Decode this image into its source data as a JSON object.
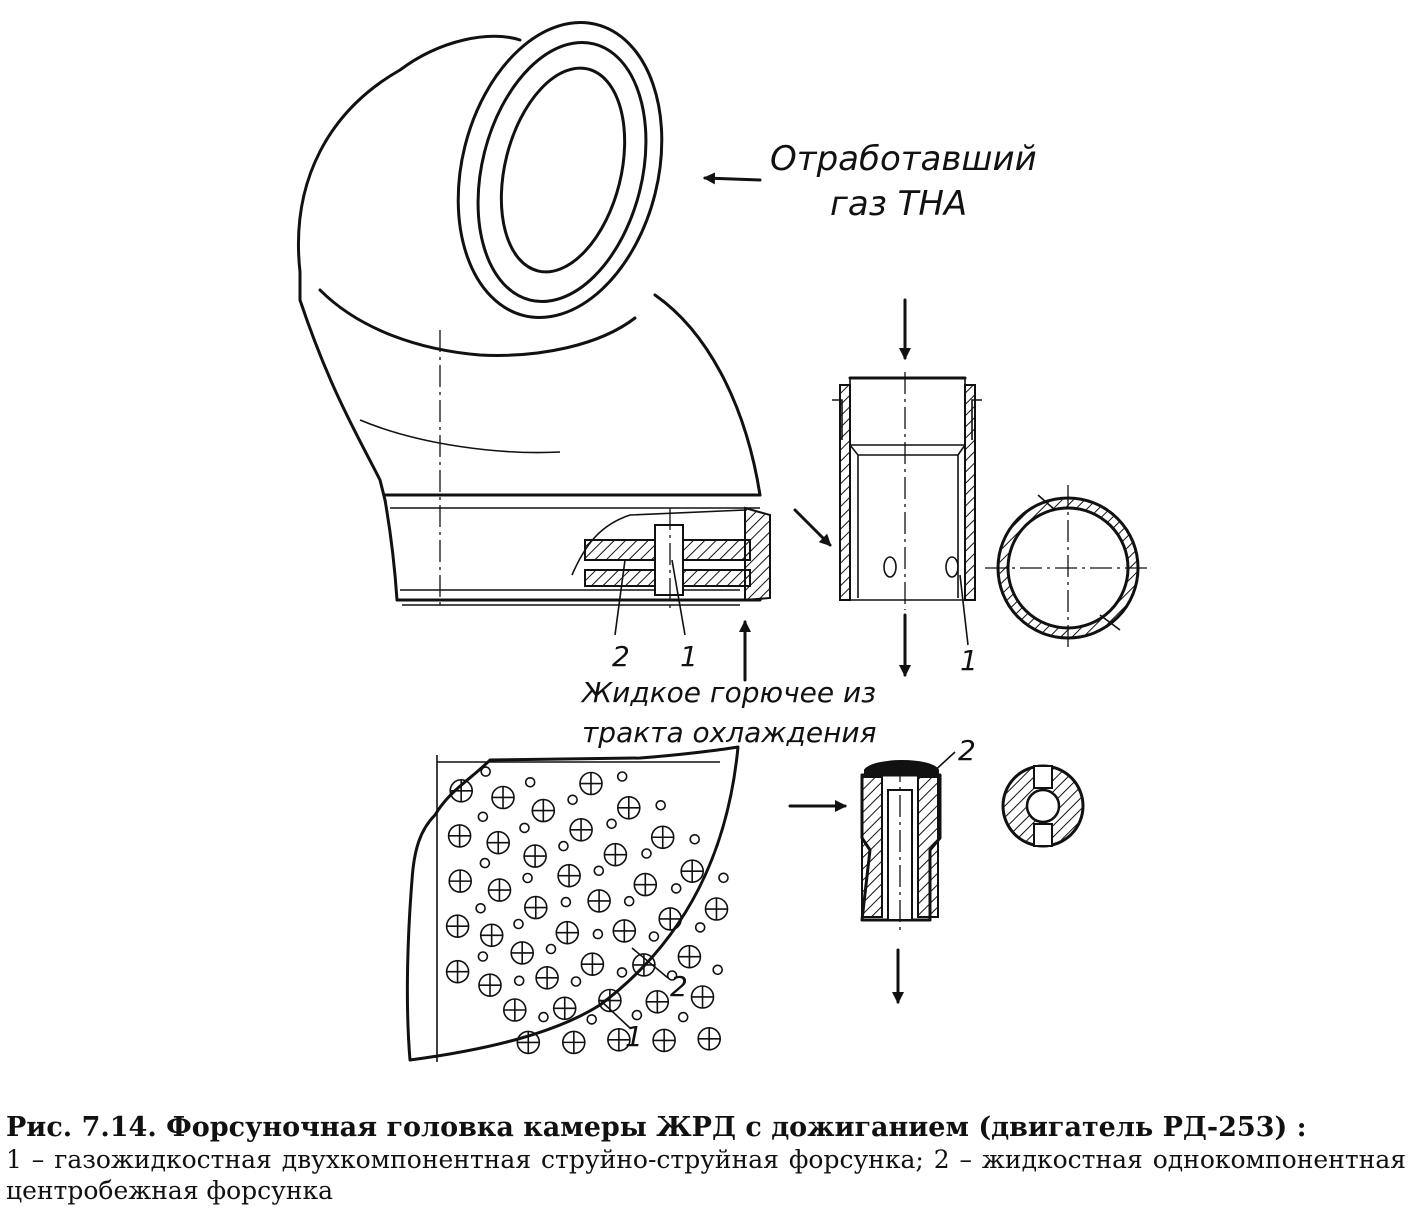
{
  "labels": {
    "exhaust_gas": [
      "Отработавший",
      "газ ТНА"
    ],
    "liquid_fuel": [
      "Жидкое горючее из",
      "тракта охлаждения"
    ],
    "head_item_2": "2",
    "head_item_1": "1",
    "injector1_item": "1",
    "injector2_item": "2",
    "plate_item_2": "2",
    "plate_item_1": "1"
  },
  "caption": {
    "title": "Рис. 7.14. Форсуночная головка камеры ЖРД с дожиганием (двигатель РД-253) :",
    "text": "1 – газожидкостная двухкомпонентная струйно-струйная форсунка; 2 – жидкостная однокомпонентная центробежная форсунка"
  }
}
